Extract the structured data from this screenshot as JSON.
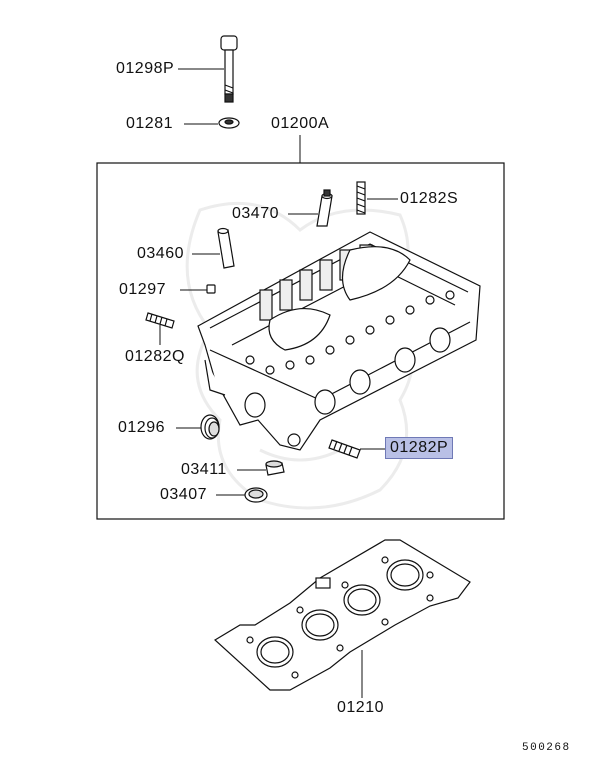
{
  "labels": {
    "bolt": "01298P",
    "washer": "01281",
    "head_assy": "01200A",
    "stud_s": "01282S",
    "guide_03470": "03470",
    "guide_03460": "03460",
    "plug_01297": "01297",
    "stud_q": "01282Q",
    "plug_01296": "01296",
    "stud_p": "01282P",
    "seal_03411": "03411",
    "seal_03407": "03407",
    "gasket": "01210"
  },
  "highlight_color": "#b9c0e6",
  "reference_number": "500268"
}
